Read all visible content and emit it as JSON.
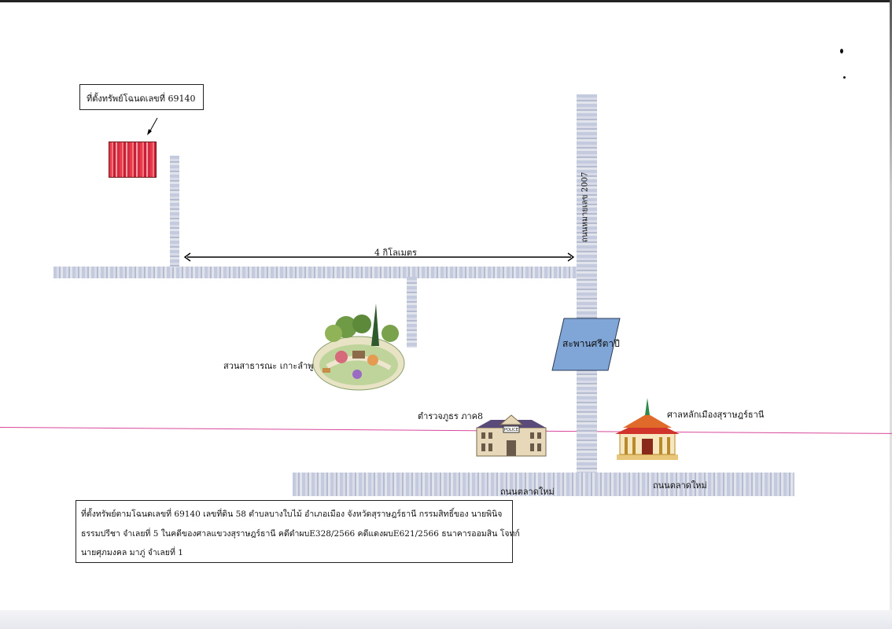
{
  "map": {
    "property_label": "ที่ตั้งทรัพย์โฉนดเลขที่  69140",
    "distance_label": "4 กิโลเมตร",
    "highway_label": "ถนนหมายเลข 2007",
    "bridge_label": "สะพานศรีตาปี",
    "park_label": "สวนสาธารณะ เกาะลำพู",
    "police_label": "ตำรวจภูธร ภาค8",
    "police_sign": "POLICE",
    "shrine_label": "ศาลหลักเมืองสุราษฎร์ธานี",
    "road_label_1": "ถนนตลาดใหม่",
    "road_label_2": "ถนนตลาดใหม่",
    "description_line_1": "ที่ตั้งทรัพย์ตามโฉนดเลขที่  69140 เลขที่ดิน  58  ตำบลบางใบไม้ อำเภอเมือง จังหวัดสุราษฎร์ธานี กรรมสิทธิ์ของ นายพินิจ",
    "description_line_2": "ธรรมปรีชา จำเลยที่ 5 ในคดีของศาลแขวงสุราษฎร์ธานี คดีดำผบE328/2566 คดีแดงผบE621/2566 ธนาคารออมสิน โจทก์",
    "description_line_3": "นายศุภมงคล มาภู่ จำเลยที่  1",
    "colors": {
      "parcel": "#e83a4a",
      "road": "#c5cbde",
      "bridge": "#7fa6d6",
      "arrow": "#000000"
    }
  }
}
